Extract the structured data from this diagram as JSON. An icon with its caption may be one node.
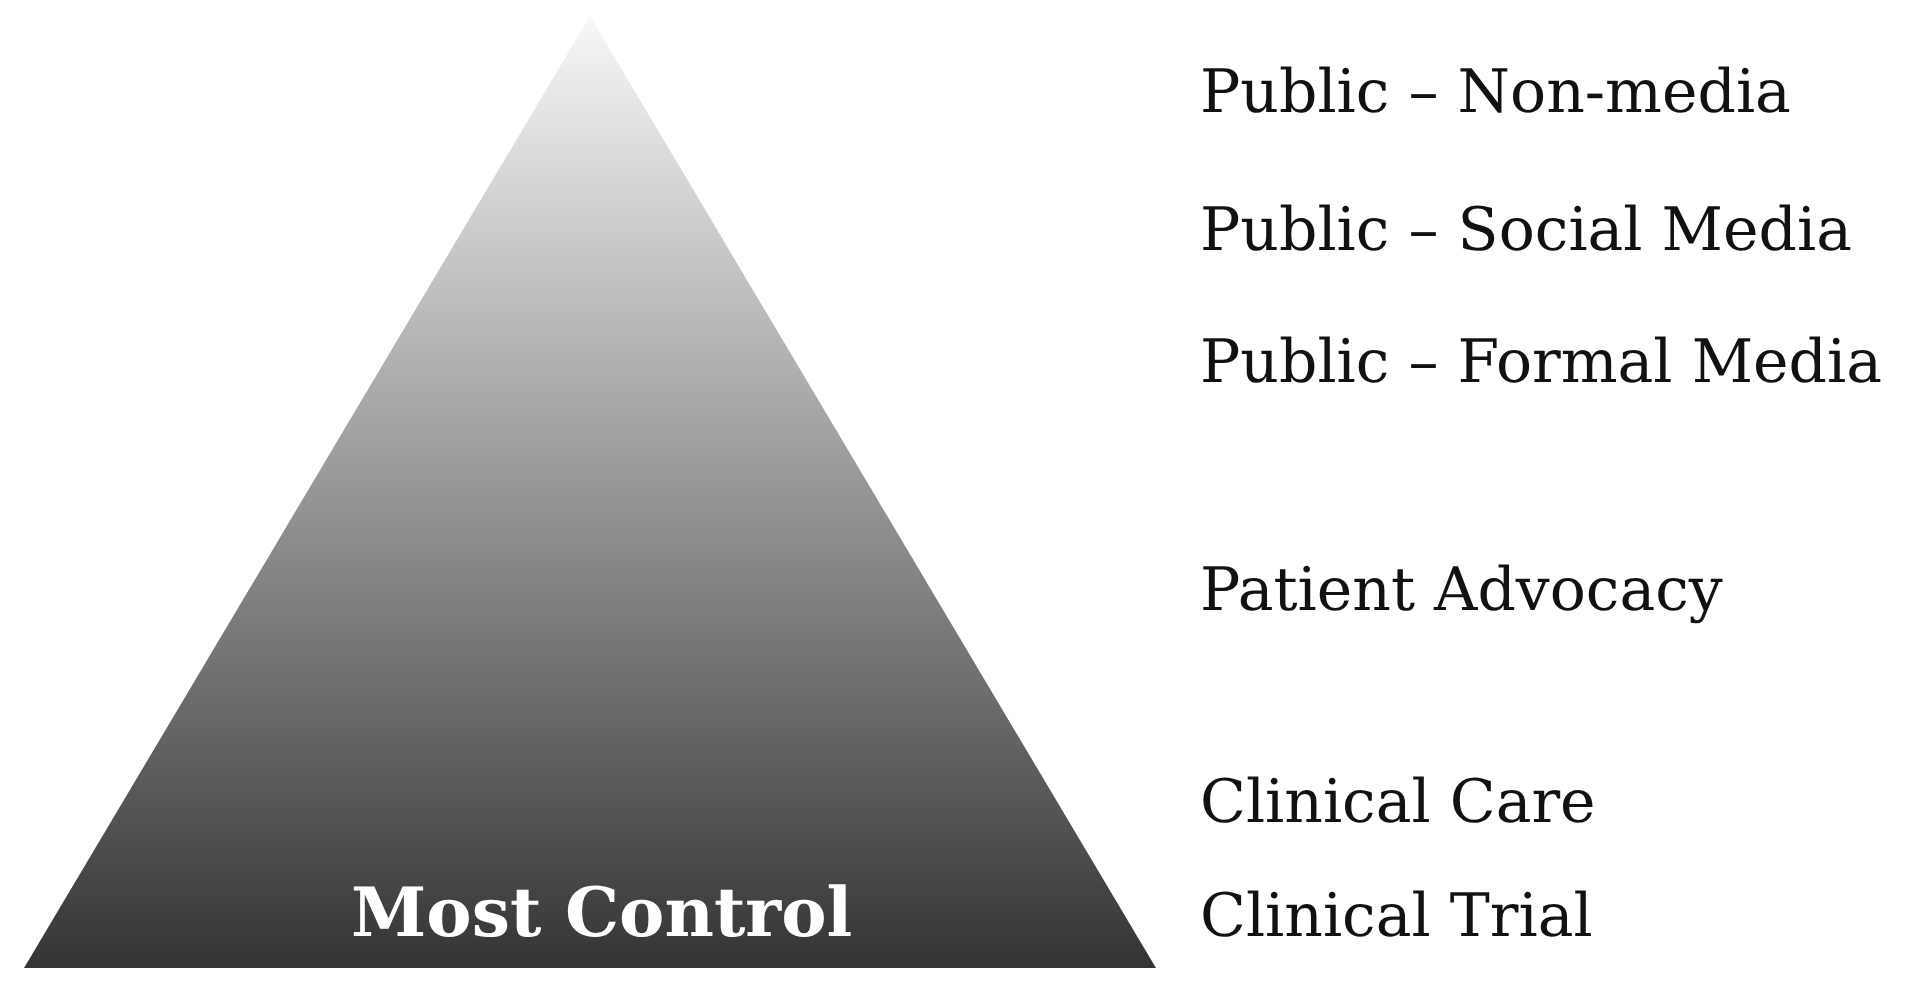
{
  "diagram": {
    "nodes": [
      {
        "text": [
          "Most Control"
        ]
      }
    ],
    "labels": [
      "Public – Non-media",
      "Public – Social Media",
      "Public – Formal Media",
      "Patient Advocacy",
      "Clinical Care",
      "Clinical Trial"
    ]
  }
}
